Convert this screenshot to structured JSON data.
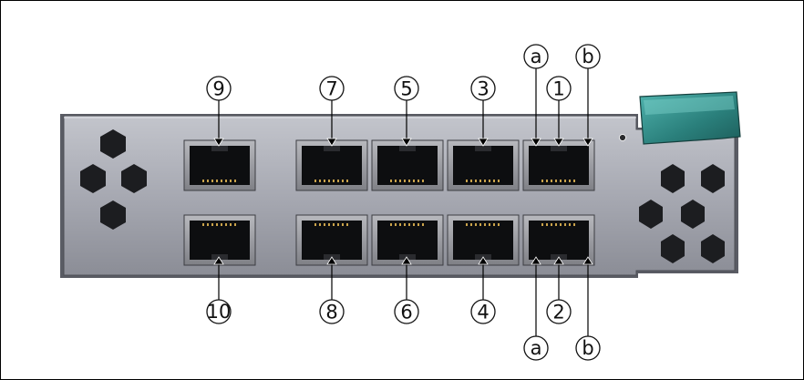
{
  "callouts": {
    "p1": "1",
    "p2": "2",
    "p3": "3",
    "p4": "4",
    "p5": "5",
    "p6": "6",
    "p7": "7",
    "p8": "8",
    "p9": "9",
    "p10": "10",
    "a_top": "a",
    "b_top": "b",
    "a_bottom": "a",
    "b_bottom": "b"
  },
  "colors": {
    "panel": "#a9abb4",
    "panel_dark": "#6e7079",
    "port_frame": "#8f9096",
    "port_cavity": "#0d0e10",
    "tab": "#2f8784",
    "hex": "#1c1d20"
  },
  "icons": [
    "hex-vent-icon",
    "rj45-port-icon",
    "led-icon",
    "release-tab-icon",
    "callout-arrow-icon"
  ]
}
